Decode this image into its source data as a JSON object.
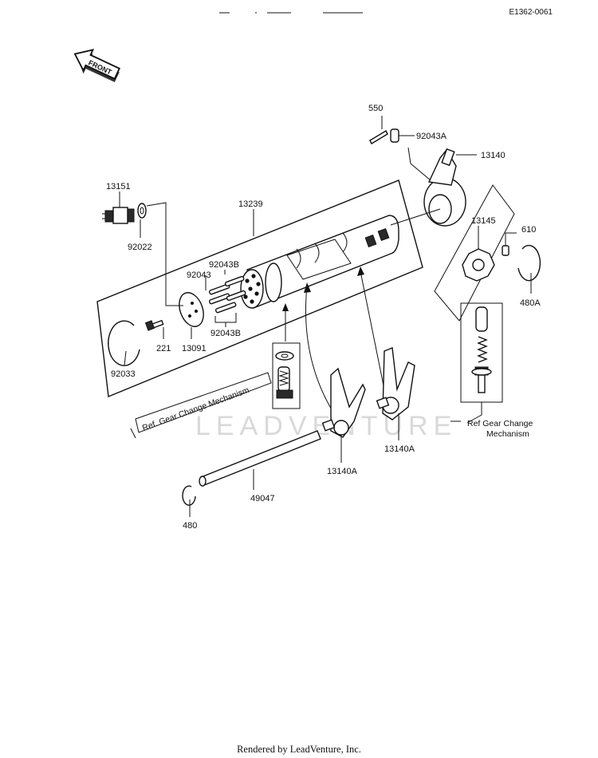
{
  "header": {
    "code": "E1362-0061"
  },
  "front_arrow": {
    "text": "FRONT"
  },
  "watermark": "LEADVENTURE",
  "labels": {
    "p550": "550",
    "p92043A": "92043A",
    "p13140": "13140",
    "p13151": "13151",
    "p13239": "13239",
    "p92022": "92022",
    "p13145": "13145",
    "p610": "610",
    "p92043B_top": "92043B",
    "p92043": "92043",
    "p480A": "480A",
    "p92043B_bottom": "92043B",
    "p13091": "13091",
    "p221": "221",
    "p92033": "92033",
    "p13140A_right": "13140A",
    "p13140A_left": "13140A",
    "p49047": "49047",
    "p480": "480"
  },
  "refs": {
    "left": "Ref. Gear Change Mechanism",
    "right_line1": "Ref  Gear Change",
    "right_line2": "Mechanism"
  },
  "footer": {
    "text": "Rendered by LeadVenture, Inc."
  }
}
